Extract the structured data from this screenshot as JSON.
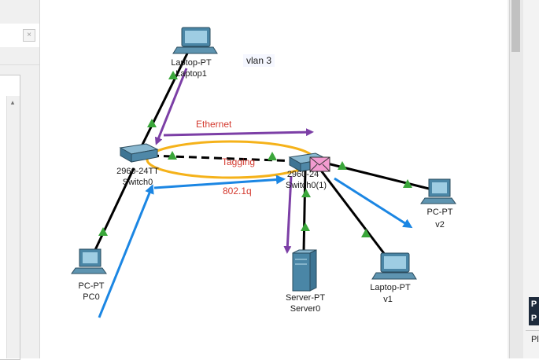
{
  "left_panel": {
    "close_glyph": "×",
    "scroll_up_glyph": "▴"
  },
  "right_panel": {
    "button_glyph_1": "P",
    "button_glyph_2": "P",
    "label": "Pla"
  },
  "note": {
    "text": "vlan 3"
  },
  "annotations": {
    "ethernet": "Ethernet",
    "tagging": "Tagging",
    "dot1q": "802.1q"
  },
  "devices": {
    "laptop1": {
      "type": "Laptop-PT",
      "name": "Laptop1"
    },
    "switch0": {
      "type": "2960-24TT",
      "name": "Switch0"
    },
    "switch0_1": {
      "type": "2960-24",
      "name": "Switch0(1)"
    },
    "pc0": {
      "type": "PC-PT",
      "name": "PC0"
    },
    "server0": {
      "type": "Server-PT",
      "name": "Server0"
    },
    "v1": {
      "type": "Laptop-PT",
      "name": "v1"
    },
    "v2": {
      "type": "PC-PT",
      "name": "v2"
    }
  },
  "colors": {
    "link_up": "#3aa63a",
    "purple_arrow": "#7c3fa6",
    "blue_arrow": "#1b86e3",
    "tagging_ellipse": "#f5b21a",
    "label_red": "#d43a2f",
    "device_teal": "#4a86a6",
    "envelope": "#f39bd0"
  }
}
